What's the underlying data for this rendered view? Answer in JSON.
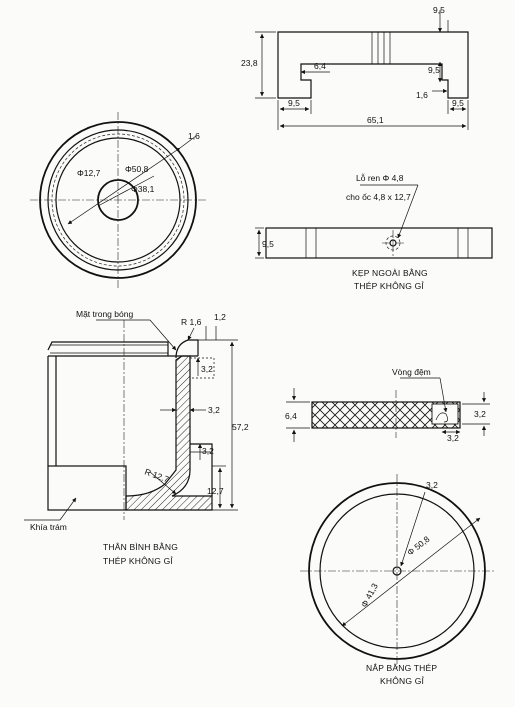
{
  "clamp_top": {
    "dim_9_5_top": "9,5",
    "dim_23_8": "23,8",
    "dim_6_4": "6,4",
    "dim_9_5_right_inner": "9,5",
    "dim_1_6": "1,6",
    "dim_9_5_left": "9,5",
    "dim_9_5_right": "9,5",
    "dim_65_1": "65,1"
  },
  "ring_view": {
    "dim_1_6": "1,6",
    "dim_d12_7": "Φ12,7",
    "dim_d50_8": "Φ50,8",
    "dim_d38_1": "Φ38,1"
  },
  "clamp_side": {
    "label_hole": "Lỗ ren Φ 4,8",
    "label_screw": "cho ốc 4,8 x 12,7",
    "dim_9_5": "9,5",
    "caption_line1": "KẸP NGOÀI BẰNG",
    "caption_line2": "THÉP KHÔNG GỈ"
  },
  "body_section": {
    "label_inner_polished": "Mặt trong bóng",
    "dim_r1_6": "R 1,6",
    "dim_1_2": "1,2",
    "dim_3_2_top": "3,2",
    "dim_3_2_wall": "3,2",
    "dim_57_2": "57,2",
    "dim_r12_7": "R 12,7",
    "dim_3_2_lower": "3,2",
    "dim_12_7": "12,7",
    "label_knurl": "Khía trám",
    "caption_line1": "THÂN BÌNH BẰNG",
    "caption_line2": "THÉP KHÔNG GỈ"
  },
  "lid_section": {
    "label_gasket": "Vòng đệm",
    "dim_6_4": "6,4",
    "dim_3_2_right": "3,2",
    "dim_3_2_bottom": "3,2"
  },
  "lid_top": {
    "dim_3_2": "3,2",
    "dim_d50_8": "Φ 50,8",
    "dim_d41_3": "Φ 41,3",
    "caption_line1": "NẮP BẰNG THÉP",
    "caption_line2": "KHÔNG GỈ"
  }
}
